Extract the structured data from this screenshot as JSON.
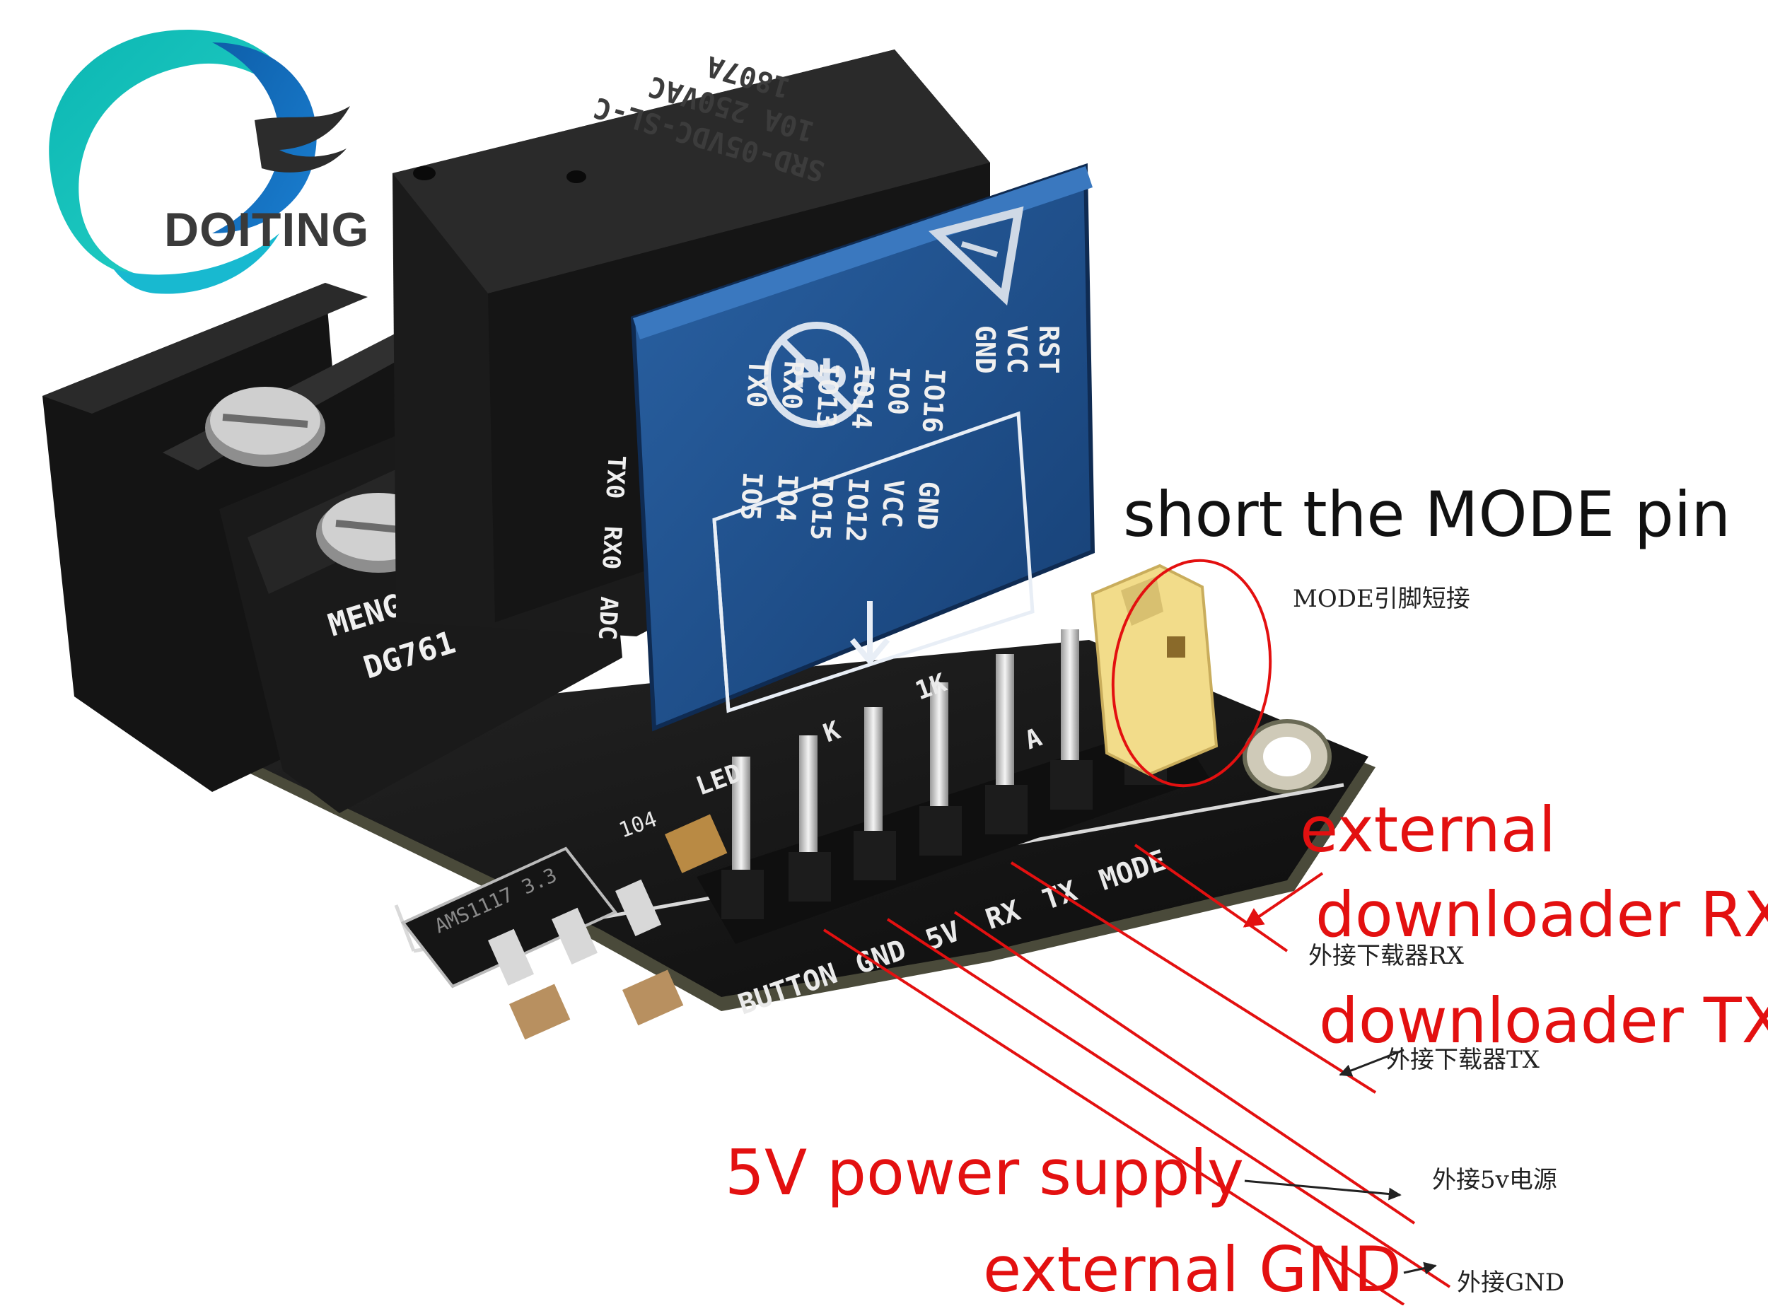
{
  "brand": {
    "logo_text": "DOITING"
  },
  "colors": {
    "annotation_red": "#e31010",
    "pcb_black": "#141414",
    "module_blue": "#1f4f8c",
    "relay_black": "#1b1b1b",
    "jumper_yellow": "#f2dc8a"
  },
  "relay": {
    "markings": [
      "SRD-05VDC-SL-C",
      "10A 250VAC",
      "1807A"
    ]
  },
  "terminal": {
    "brand_marking": "MENGFEI",
    "model_marking": "DG761"
  },
  "regulator": {
    "marking": "AMS1117 3.3",
    "cap_label": "104"
  },
  "module": {
    "pin_labels_right": [
      "RST",
      "VCC",
      "GND"
    ],
    "grid_rows": [
      [
        "IO16",
        "GND"
      ],
      [
        "IO0",
        "VCC"
      ],
      [
        "IO14",
        "IO12"
      ],
      [
        "IO13",
        "IO15"
      ],
      [
        "RX0",
        "IO4"
      ],
      [
        "TX0",
        "IO5"
      ]
    ],
    "bottom_labels": [
      "TX0",
      "RX0",
      "ADC"
    ]
  },
  "header": {
    "silk_labels": [
      "LED",
      "K",
      "1K",
      "A"
    ],
    "bottom_silk": [
      "BUTTON",
      "GND",
      "5V",
      "RX",
      "TX",
      "MODE"
    ]
  },
  "annotations": {
    "short_mode_en": "short the MODE pin",
    "short_mode_cn": "MODE引脚短接",
    "rx_en_line1": "external",
    "rx_en_line2": "downloader RX",
    "rx_cn": "外接下载器RX",
    "tx_en": "downloader TX",
    "tx_cn": "外接下载器TX",
    "power_en": "5V power supply",
    "power_cn": "外接5v电源",
    "gnd_en": "external GND",
    "gnd_cn": "外接GND"
  }
}
